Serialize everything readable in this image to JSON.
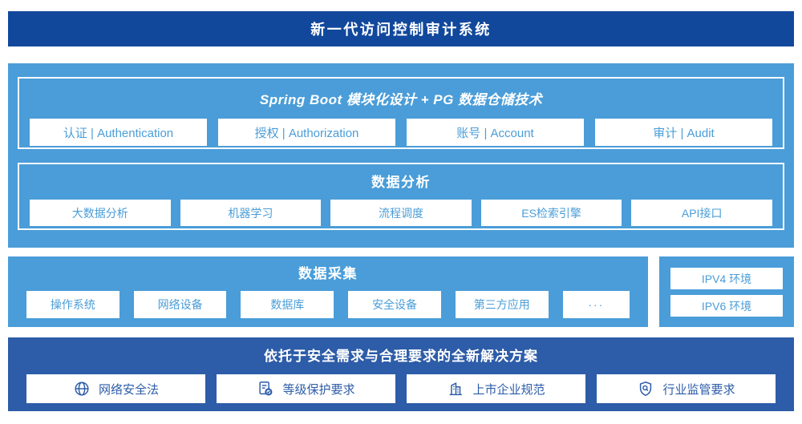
{
  "colors": {
    "banner_bg": "#11489c",
    "light_blue": "#4a9dd8",
    "solution_bg": "#2d5ca8",
    "box_bg": "#ffffff",
    "box_text_light": "#4a9dd8",
    "box_text_dark": "#2d5ca8"
  },
  "banner": {
    "title": "新一代访问控制审计系统"
  },
  "platform": {
    "spring_section": {
      "title": "Spring Boot 模块化设计 + PG 数据仓储技术",
      "modules": [
        "认证 | Authentication",
        "授权 | Authorization",
        "账号 | Account",
        "审计 | Audit"
      ]
    },
    "analysis_section": {
      "title": "数据分析",
      "modules": [
        "大数据分析",
        "机器学习",
        "流程调度",
        "ES检索引擎",
        "API接口"
      ]
    }
  },
  "collection": {
    "title": "数据采集",
    "sources": [
      "操作系统",
      "网络设备",
      "数据库",
      "安全设备",
      "第三方应用",
      "···"
    ]
  },
  "environments": {
    "items": [
      "IPV4 环境",
      "IPV6 环境"
    ]
  },
  "solution": {
    "title": "依托于安全需求与合理要求的全新解决方案",
    "items": [
      {
        "icon": "globe-icon",
        "label": "网络安全法"
      },
      {
        "icon": "document-check-icon",
        "label": "等级保护要求"
      },
      {
        "icon": "building-icon",
        "label": "上市企业规范"
      },
      {
        "icon": "shield-search-icon",
        "label": "行业监管要求"
      }
    ]
  }
}
